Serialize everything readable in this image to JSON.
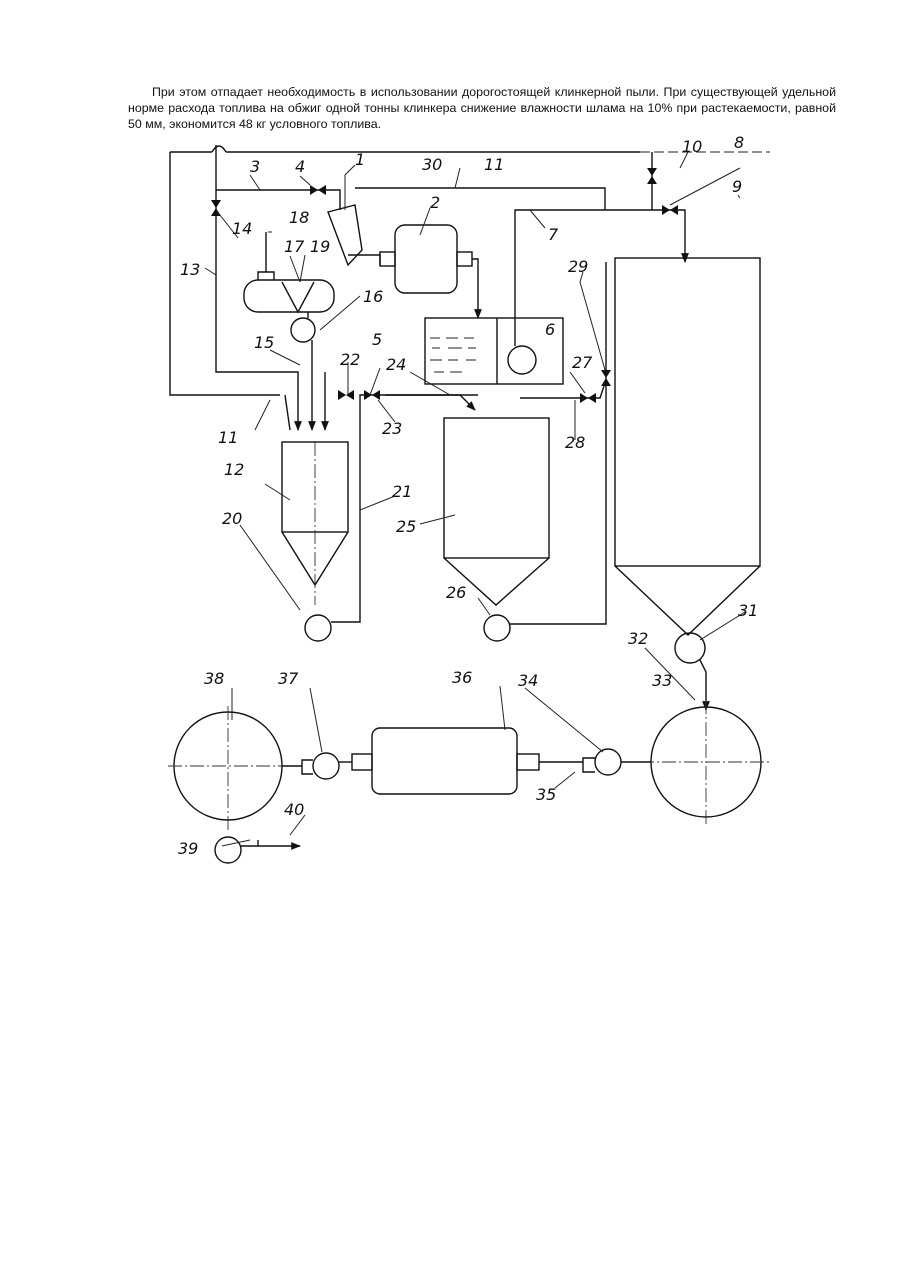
{
  "document": {
    "paragraph": "При этом отпадает необходимость в использовании дорогостоящей клинкерной пыли. При существующей удельной норме расхода топлива на обжиг одной тонны клинкера снижение влажности шлама на 10% при растекаемости, равной 50 мм, экономится 48 кг условного топлива."
  },
  "diagram": {
    "labels": {
      "n1": "1",
      "n2": "2",
      "n3": "3",
      "n4": "4",
      "n5": "5",
      "n6": "6",
      "n7": "7",
      "n8": "8",
      "n9": "9",
      "n10": "10",
      "n11a": "11",
      "n11b": "11",
      "n12": "12",
      "n13": "13",
      "n14": "14",
      "n15": "15",
      "n16": "16",
      "n17": "17",
      "n18": "18",
      "n19": "19",
      "n20": "20",
      "n21": "21",
      "n22": "22",
      "n23": "23",
      "n24": "24",
      "n25": "25",
      "n26": "26",
      "n27": "27",
      "n28": "28",
      "n29": "29",
      "n30": "30",
      "n31": "31",
      "n32": "32",
      "n33": "33",
      "n34": "34",
      "n35": "35",
      "n36": "36",
      "n37": "37",
      "n38": "38",
      "n39": "39",
      "n40": "40"
    }
  }
}
